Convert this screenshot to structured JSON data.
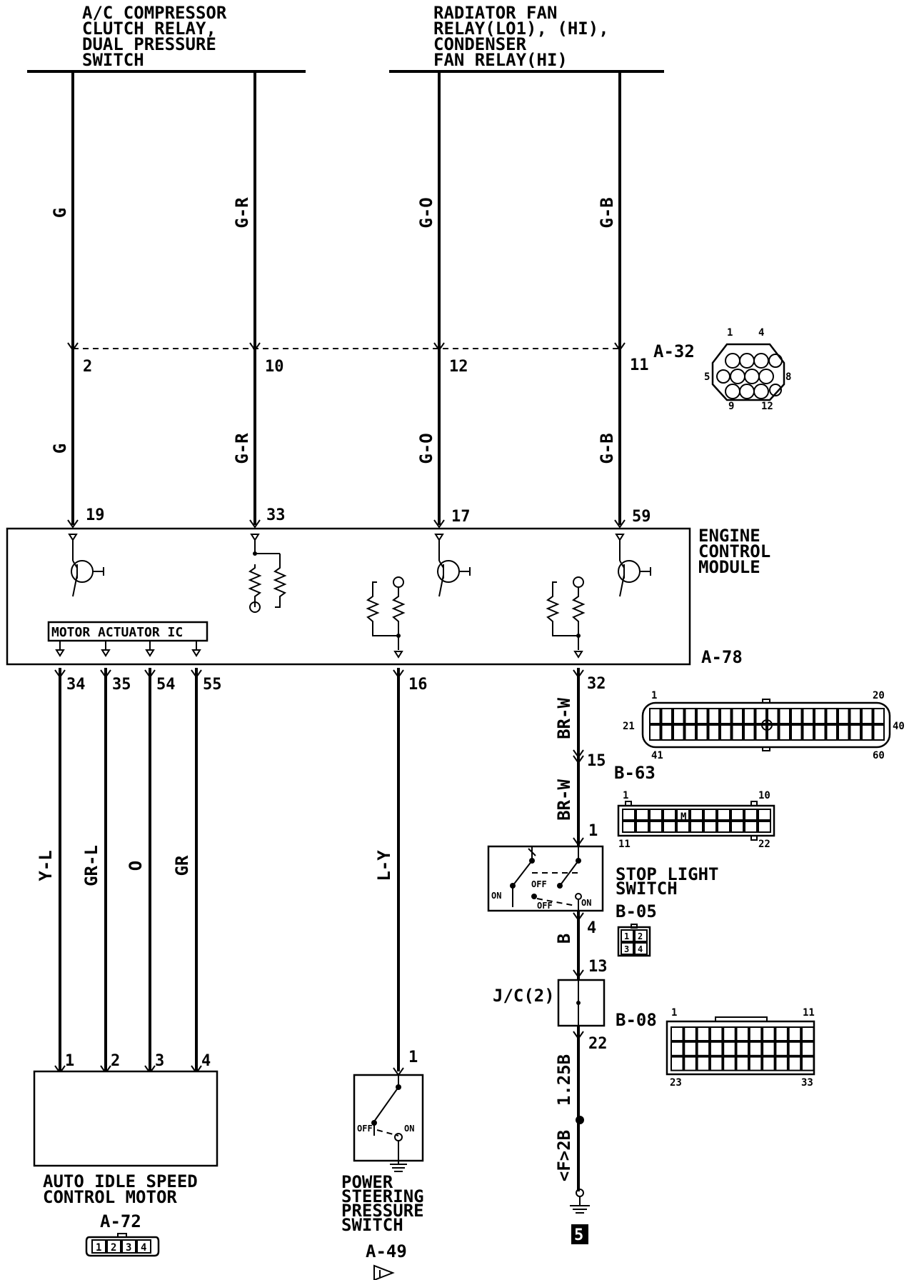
{
  "headers": {
    "left": [
      "A/C COMPRESSOR",
      "CLUTCH RELAY,",
      "DUAL PRESSURE",
      "SWITCH"
    ],
    "right": [
      "RADIATOR FAN",
      "RELAY(LO1), (HI),",
      "CONDENSER",
      "FAN RELAY(HI)"
    ]
  },
  "upper_wires": [
    {
      "color_top": "G",
      "color_mid": "G",
      "a32_pin": "2",
      "ecm_pin": "19"
    },
    {
      "color_top": "G-R",
      "color_mid": "G-R",
      "a32_pin": "10",
      "ecm_pin": "33"
    },
    {
      "color_top": "G-O",
      "color_mid": "G-O",
      "a32_pin": "12",
      "ecm_pin": "17"
    },
    {
      "color_top": "G-B",
      "color_mid": "G-B",
      "a32_pin": "11",
      "ecm_pin": "59"
    }
  ],
  "connector_a32": {
    "id": "A-32",
    "pins": [
      "1",
      "4",
      "5",
      "8",
      "9",
      "12"
    ]
  },
  "ecm": {
    "title": [
      "ENGINE",
      "CONTROL",
      "MODULE"
    ],
    "id": "A-78",
    "ic_label": "MOTOR ACTUATOR IC"
  },
  "connector_a78": {
    "pins": [
      "1",
      "20",
      "21",
      "40",
      "41",
      "60"
    ]
  },
  "lower_wires": [
    {
      "ecm_pin": "34",
      "color": "Y-L",
      "end_pin": "1"
    },
    {
      "ecm_pin": "35",
      "color": "GR-L",
      "end_pin": "2"
    },
    {
      "ecm_pin": "54",
      "color": "O",
      "end_pin": "3"
    },
    {
      "ecm_pin": "55",
      "color": "GR",
      "end_pin": "4"
    }
  ],
  "idle_motor": {
    "name": [
      "AUTO IDLE SPEED",
      "CONTROL MOTOR"
    ],
    "id": "A-72",
    "pins": [
      "1",
      "2",
      "3",
      "4"
    ]
  },
  "ps_switch": {
    "ecm_pin": "16",
    "color": "L-Y",
    "pin": "1",
    "name": [
      "POWER",
      "STEERING",
      "PRESSURE",
      "SWITCH"
    ],
    "id": "A-49",
    "off": "OFF",
    "on": "ON"
  },
  "stop_light_chain": {
    "ecm_pin": "32",
    "color1": "BR-W",
    "b63_pin": "15",
    "color2": "BR-W",
    "switch_pin_in": "1",
    "switch_pin_out": "4",
    "color3": "B",
    "jc_pin_in": "13",
    "jc_label": "J/C(2)",
    "jc_pin_out": "22",
    "color4": "1.25B",
    "color5": "<F>2B",
    "ground_tag": "5"
  },
  "connector_b63": {
    "id": "B-63",
    "pins": [
      "1",
      "10",
      "11",
      "22"
    ]
  },
  "stop_switch": {
    "name": [
      "STOP LIGHT",
      "SWITCH"
    ],
    "id": "B-05",
    "off1": "OFF",
    "off2": "OFF",
    "on1": "ON",
    "on2": "ON",
    "pins": [
      "1",
      "2",
      "3",
      "4"
    ]
  },
  "connector_b08": {
    "id": "B-08",
    "pins": [
      "1",
      "11",
      "23",
      "33"
    ]
  }
}
